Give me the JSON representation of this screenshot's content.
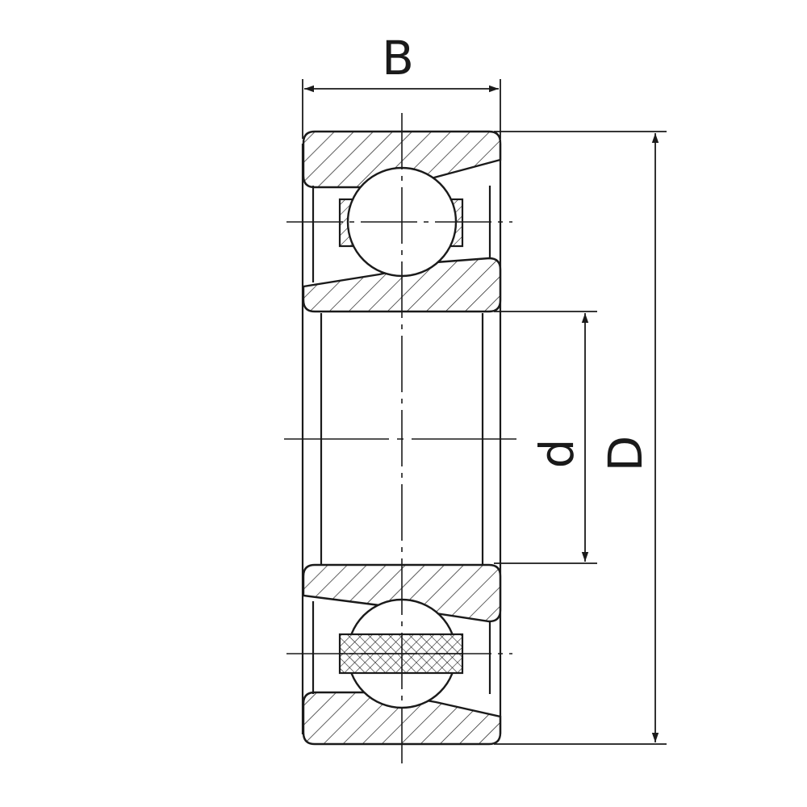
{
  "drawing": {
    "labels": {
      "width": "B",
      "bore": "d",
      "outer_diameter": "D"
    },
    "colors": {
      "line": "#1a1a1a",
      "background": "#ffffff"
    }
  }
}
